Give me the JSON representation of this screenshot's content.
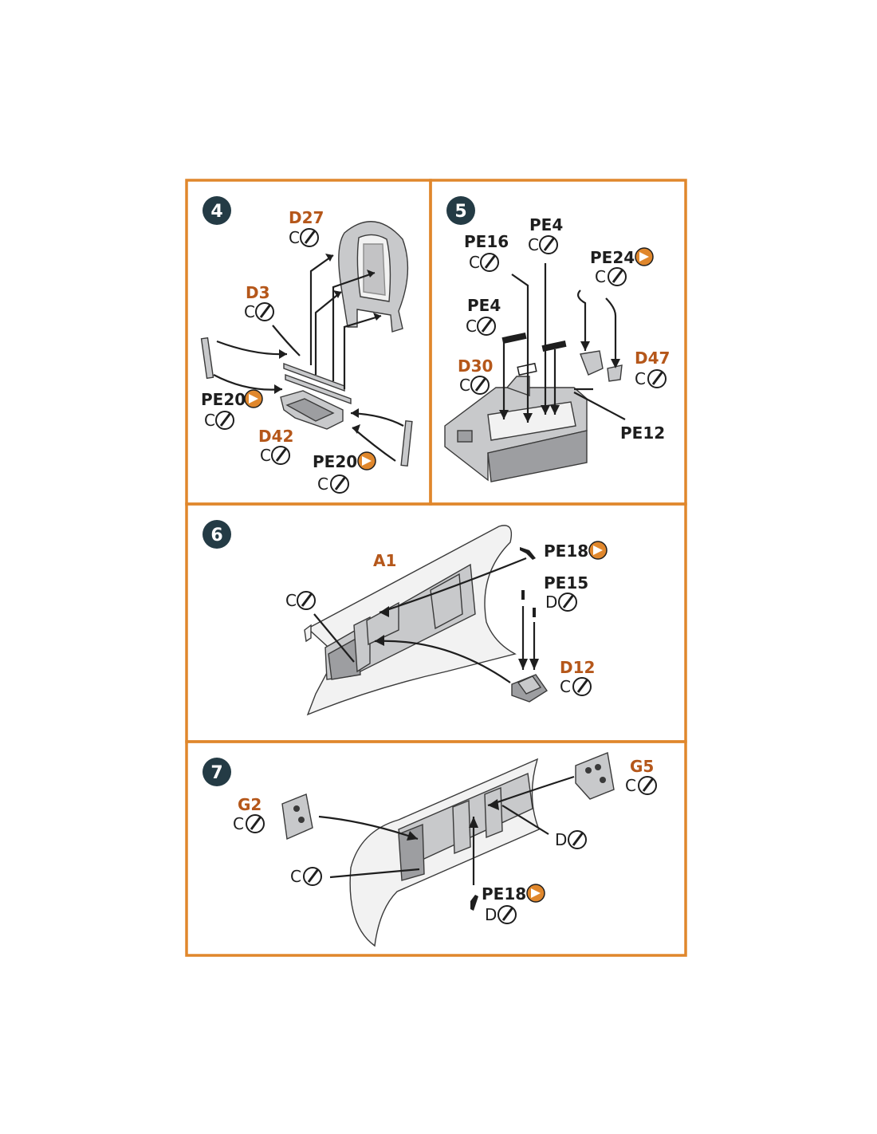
{
  "steps": [
    {
      "number": "4",
      "labels": [
        {
          "code": "D27",
          "paint": "C",
          "color": "orange"
        },
        {
          "code": "D3",
          "paint": "C",
          "color": "orange"
        },
        {
          "code": "PE20",
          "paint": "C",
          "color": "black",
          "etch_icon": true
        },
        {
          "code": "D42",
          "paint": "C",
          "color": "orange"
        },
        {
          "code": "PE20",
          "paint": "C",
          "color": "black",
          "etch_icon": true
        }
      ]
    },
    {
      "number": "5",
      "labels": [
        {
          "code": "PE16",
          "paint": "C",
          "color": "black"
        },
        {
          "code": "PE4",
          "paint": "C",
          "color": "black"
        },
        {
          "code": "PE24",
          "paint": "C",
          "color": "black",
          "etch_icon": true
        },
        {
          "code": "PE4",
          "paint": "C",
          "color": "black"
        },
        {
          "code": "D30",
          "paint": "C",
          "color": "orange"
        },
        {
          "code": "D47",
          "paint": "C",
          "color": "orange"
        },
        {
          "code": "PE12",
          "paint": "",
          "color": "black"
        }
      ]
    },
    {
      "number": "6",
      "labels": [
        {
          "code": "A1",
          "paint": "",
          "color": "orange"
        },
        {
          "code": "",
          "paint": "C",
          "color": "black"
        },
        {
          "code": "PE18",
          "paint": "",
          "color": "black",
          "etch_icon": true
        },
        {
          "code": "PE15",
          "paint": "D",
          "color": "black"
        },
        {
          "code": "D12",
          "paint": "C",
          "color": "orange"
        }
      ]
    },
    {
      "number": "7",
      "labels": [
        {
          "code": "G5",
          "paint": "C",
          "color": "orange"
        },
        {
          "code": "G2",
          "paint": "C",
          "color": "orange"
        },
        {
          "code": "",
          "paint": "D",
          "color": "black"
        },
        {
          "code": "",
          "paint": "C",
          "color": "black"
        },
        {
          "code": "PE18",
          "paint": "D",
          "color": "black",
          "etch_icon": true
        }
      ]
    }
  ],
  "colors": {
    "frame": "#e0872c",
    "step_badge": "#243b45",
    "part_label_orange": "#b5571a",
    "part_label_black": "#1e1e1e",
    "part_fill": "#c8c9cb",
    "etch_icon": "#e0872c"
  },
  "icons": [
    "paint-brush-icon",
    "photo-etch-icon"
  ]
}
